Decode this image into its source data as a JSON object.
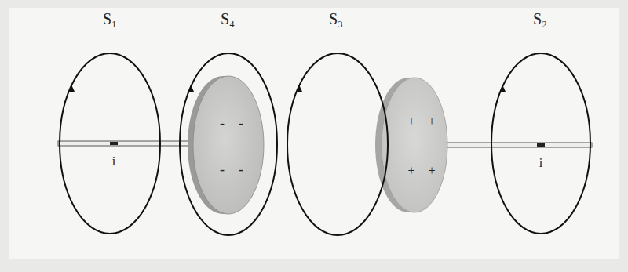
{
  "diagram": {
    "labels": [
      "S₁",
      "S₄",
      "S₃",
      "S₂",
      "i",
      "i",
      "-",
      "-",
      "-",
      "-",
      "+",
      "+",
      "+",
      "+"
    ]
  }
}
